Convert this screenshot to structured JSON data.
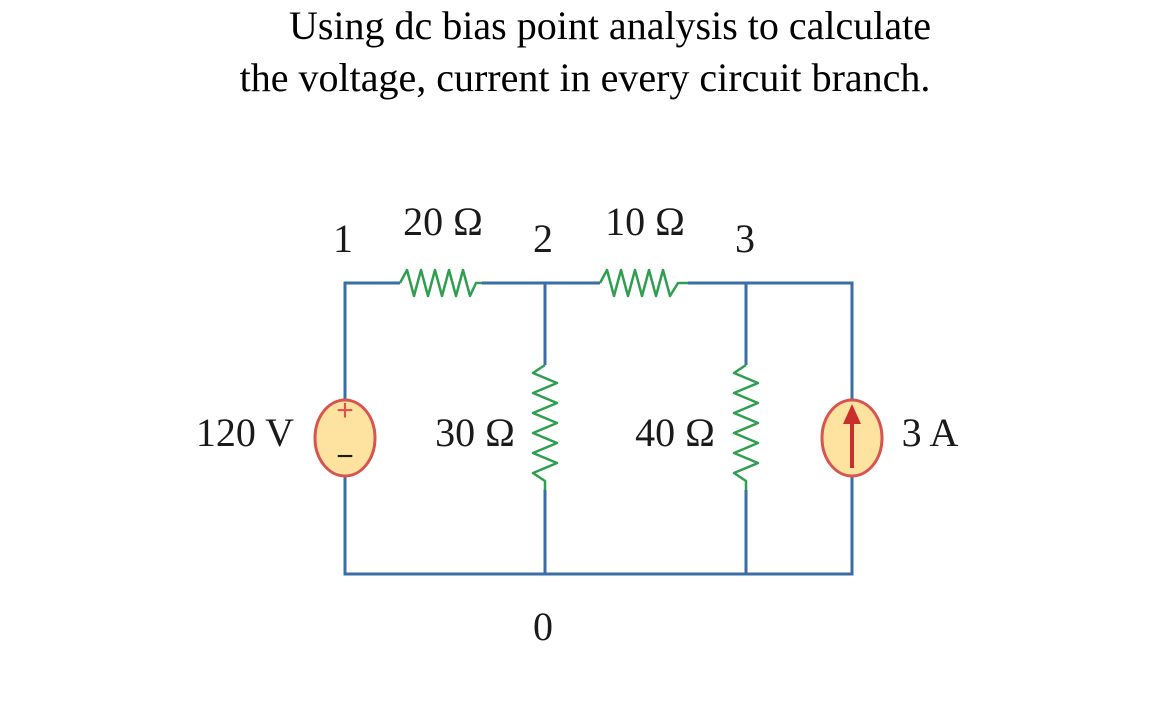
{
  "title": {
    "line1": "Using dc bias point analysis to calculate",
    "line2": "the voltage, current in every circuit branch."
  },
  "circuit": {
    "nodes": {
      "n1": "1",
      "n2": "2",
      "n3": "3",
      "n0": "0"
    },
    "resistors": {
      "r12": "20 Ω",
      "r23": "10 Ω",
      "r20": "30 Ω",
      "r30": "40 Ω"
    },
    "sources": {
      "voltage": "120 V",
      "current": "3 A",
      "voltage_plus": "+",
      "voltage_minus": "−"
    },
    "colors": {
      "wire": "#3a6ea5",
      "resistor": "#2e9e4f",
      "source_fill": "#fde2a0",
      "source_stroke": "#d9534f",
      "arrow": "#c9302c"
    }
  }
}
